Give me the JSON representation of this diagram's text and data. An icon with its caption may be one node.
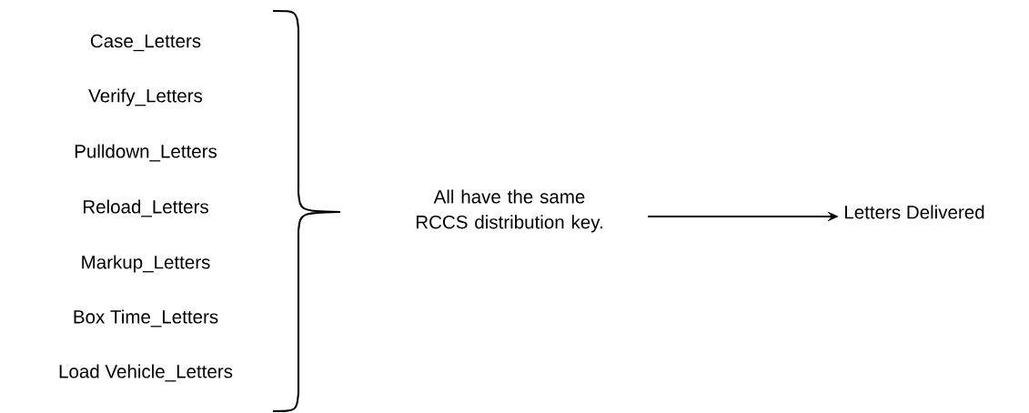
{
  "diagram": {
    "nodes": [
      {
        "text": [
          "All have the same RCCS distribution key."
        ]
      },
      {
        "text": [
          "Letters Delivered"
        ]
      }
    ],
    "edges": [
      {
        "from": 0,
        "to": 1,
        "arrow": "to"
      }
    ],
    "labels": [
      "Case_Letters",
      "Verify_Letters",
      "Pulldown_Letters",
      "Reload_Letters",
      "Markup_Letters",
      "Box Time_Letters",
      "Load Vehicle_Letters"
    ]
  }
}
